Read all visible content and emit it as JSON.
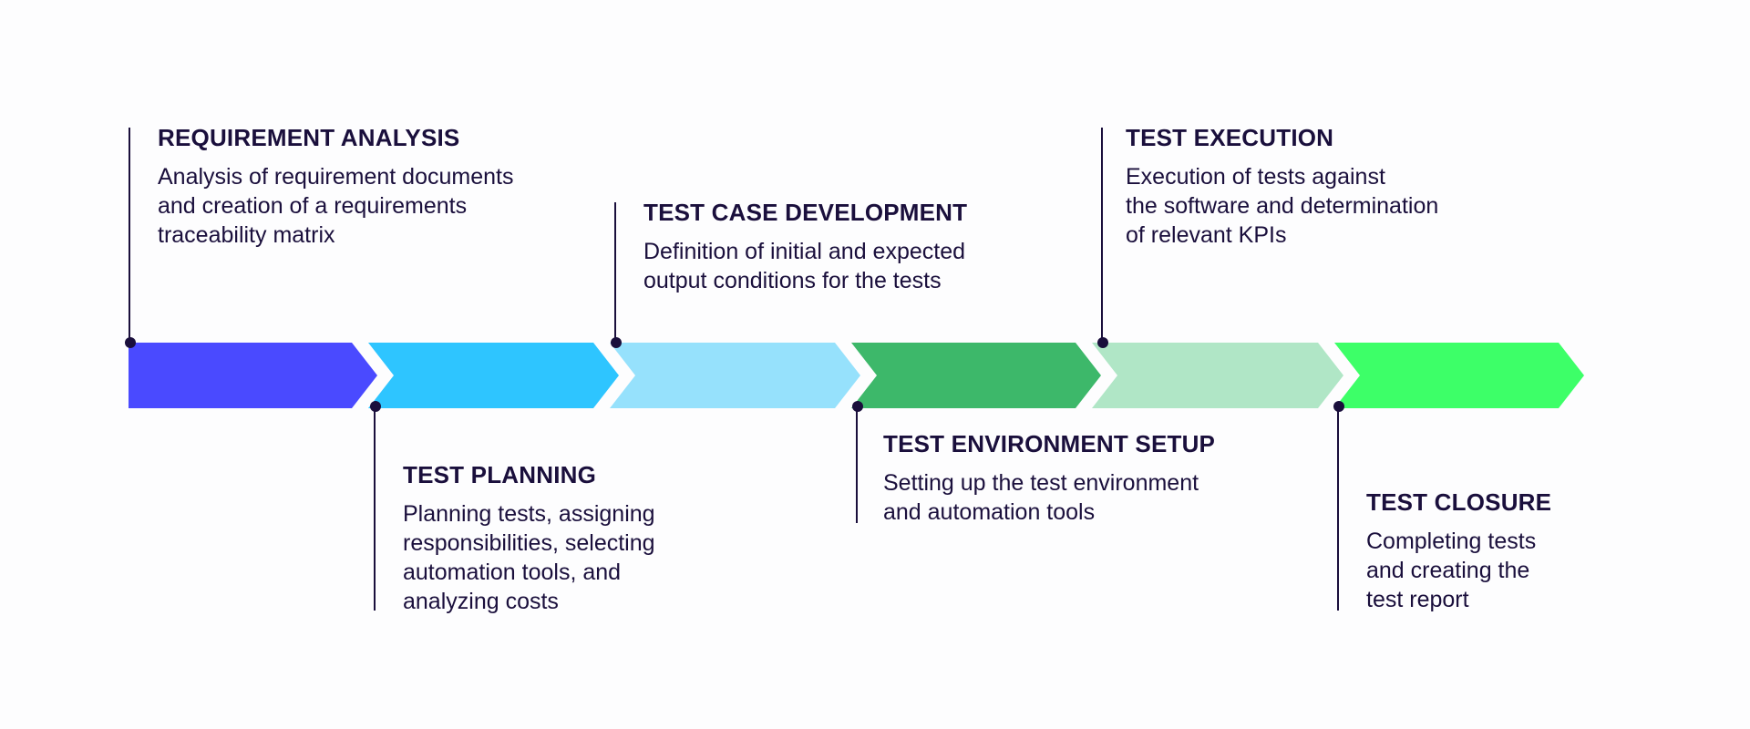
{
  "stages": [
    {
      "title": "REQUIREMENT ANALYSIS",
      "description": "Analysis of requirement documents\nand creation of a requirements\ntraceability matrix",
      "color": "#4a4aff",
      "label_position": "above"
    },
    {
      "title": "TEST PLANNING",
      "description": "Planning tests, assigning\nresponsibilities, selecting\nautomation tools, and\nanalyzing costs",
      "color": "#2ec5ff",
      "label_position": "below"
    },
    {
      "title": "TEST CASE DEVELOPMENT",
      "description": "Definition of initial and expected\noutput conditions for the tests",
      "color": "#96e1fc",
      "label_position": "above"
    },
    {
      "title": "TEST ENVIRONMENT SETUP",
      "description": "Setting up the test environment\nand automation tools",
      "color": "#3db86a",
      "label_position": "below"
    },
    {
      "title": "TEST EXECUTION",
      "description": "Execution of tests against\nthe software and determination\nof relevant KPIs",
      "color": "#b0e6c6",
      "label_position": "above"
    },
    {
      "title": "TEST CLOSURE",
      "description": "Completing tests\nand creating the\ntest report",
      "color": "#3dff68",
      "label_position": "below"
    }
  ],
  "connector_color": "#1a0f3c"
}
